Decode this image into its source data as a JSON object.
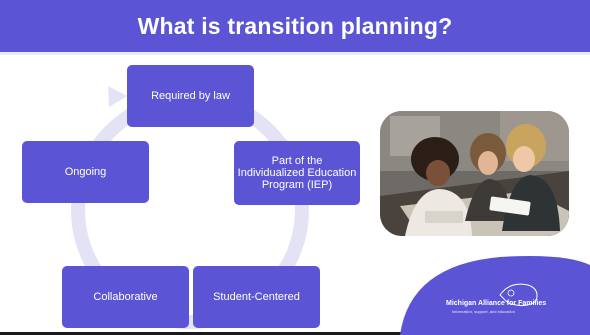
{
  "title": "What is transition planning?",
  "cycle": {
    "items": [
      {
        "label": "Required by law"
      },
      {
        "label": "Part of the Individualized Education Program (IEP)"
      },
      {
        "label": "Student-Centered"
      },
      {
        "label": "Collaborative"
      },
      {
        "label": "Ongoing"
      }
    ]
  },
  "logo": {
    "name": "Michigan Alliance for Families",
    "tagline": "Information, support, and education"
  },
  "colors": {
    "accent": "#5b55d6",
    "ring": "#e4e2f5",
    "background": "#ffffff"
  }
}
